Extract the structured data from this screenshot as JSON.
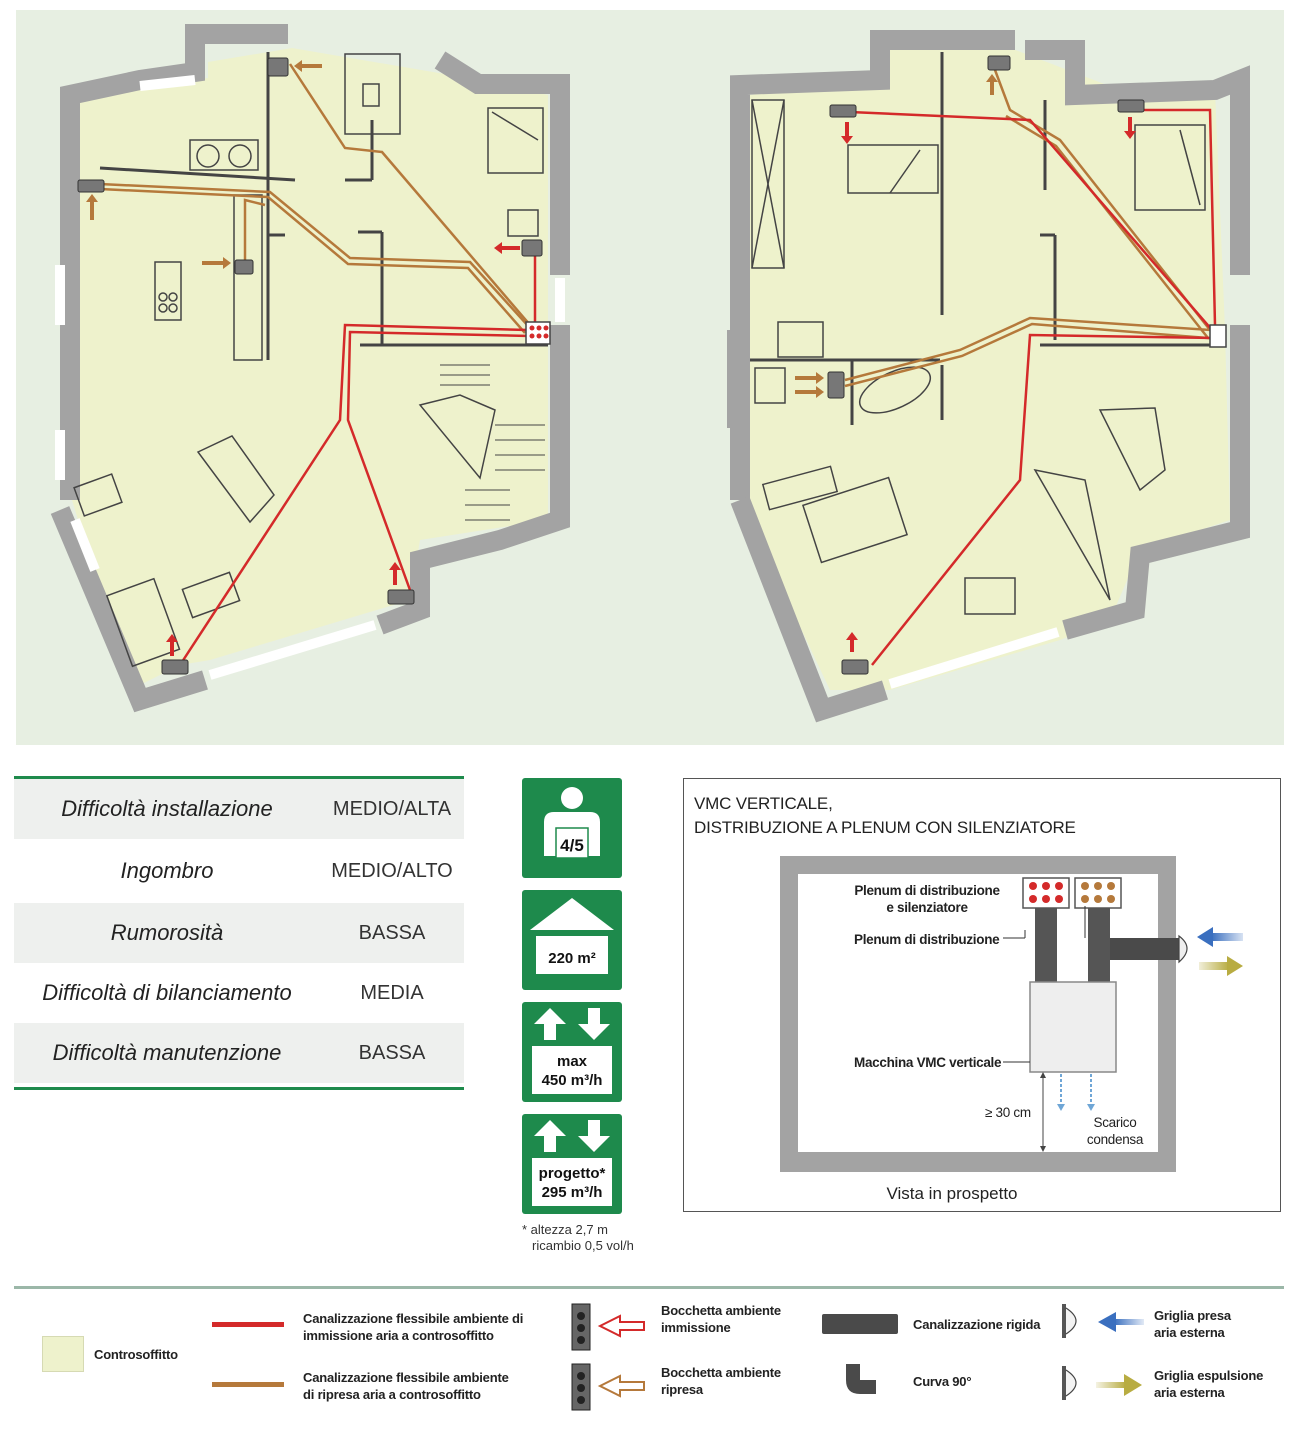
{
  "ratings": [
    {
      "label": "Difficoltà installazione",
      "value": "MEDIO/ALTA"
    },
    {
      "label": "Ingombro",
      "value": "MEDIO/ALTO"
    },
    {
      "label": "Rumorosità",
      "value": "BASSA"
    },
    {
      "label": "Difficoltà di bilanciamento",
      "value": "MEDIA"
    },
    {
      "label": "Difficoltà manutenzione",
      "value": "BASSA"
    }
  ],
  "badges": {
    "occupants": "4/5",
    "area": "220 m²",
    "max_label": "max",
    "max_value": "450 m³/h",
    "project_label": "progetto*",
    "project_value": "295 m³/h"
  },
  "note": {
    "line1": "* altezza 2,7 m",
    "line2": "ricambio 0,5 vol/h"
  },
  "vmc": {
    "title_line1": "VMC VERTICALE,",
    "title_line2": "DISTRIBUZIONE A PLENUM CON SILENZIATORE",
    "label_plenum_silenziatore_1": "Plenum di distribuzione",
    "label_plenum_silenziatore_2": "e silenziatore",
    "label_plenum": "Plenum di distribuzione",
    "label_macchina": "Macchina VMC verticale",
    "label_height": "≥ 30 cm",
    "label_scarico_1": "Scarico",
    "label_scarico_2": "condensa",
    "caption": "Vista in prospetto"
  },
  "legend": {
    "controsoffitto": "Controsoffitto",
    "immissione_1": "Canalizzazione flessibile ambiente di",
    "immissione_2": "immissione aria a controsoffitto",
    "ripresa_1": "Canalizzazione flessibile ambiente",
    "ripresa_2": "di ripresa aria a controsoffitto",
    "bocchetta_imm_1": "Bocchetta ambiente",
    "bocchetta_imm_2": "immissione",
    "bocchetta_rip_1": "Bocchetta ambiente",
    "bocchetta_rip_2": "ripresa",
    "rigida": "Canalizzazione rigida",
    "curva": "Curva 90°",
    "presa_1": "Griglia presa",
    "presa_2": "aria esterna",
    "espulsione_1": "Griglia espulsione",
    "espulsione_2": "aria esterna"
  },
  "colors": {
    "green": "#1e8a4c",
    "supply": "#d42a2a",
    "extract": "#b5793b",
    "ceiling": "#eef2cc",
    "wall": "#a3a3a3",
    "intake_arrow": "#3a6fbf",
    "exhaust_arrow": "#b8ac42"
  }
}
